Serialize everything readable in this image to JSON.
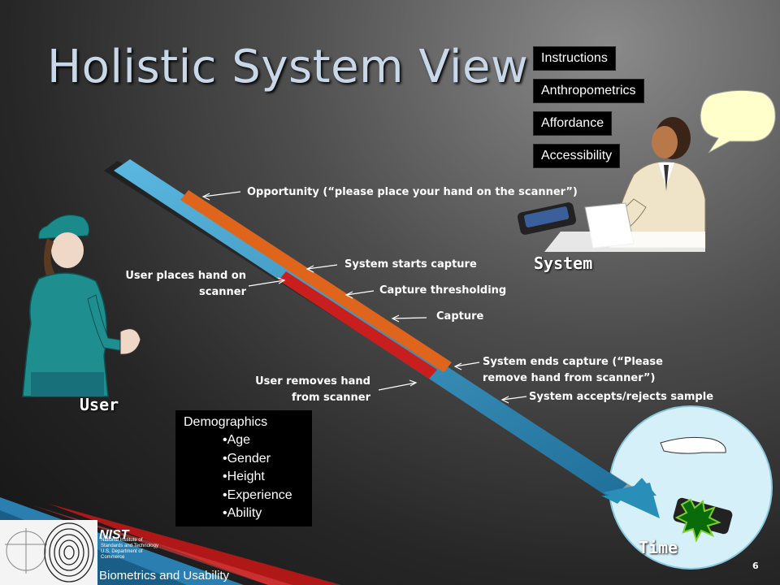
{
  "slide": {
    "title": "Holistic System View",
    "page_number": "6",
    "footer_label": "Biometrics and Usability"
  },
  "system_factors": [
    "Instructions",
    "Anthropometrics",
    "Affordance",
    "Accessibility"
  ],
  "roles": {
    "user": "User",
    "system": "System",
    "time": "Time"
  },
  "timeline_labels": {
    "opportunity": "Opportunity (“please place your hand on the scanner”)",
    "starts_capture": "System starts capture",
    "capture_thresholding": "Capture thresholding",
    "capture": "Capture",
    "ends_capture_1": "System ends capture (“Please",
    "ends_capture_2": "remove hand from scanner”)",
    "accepts_rejects": "System accepts/rejects sample",
    "user_places_1": "User places hand on",
    "user_places_2": "scanner",
    "user_removes_1": "User removes hand",
    "user_removes_2": "from scanner"
  },
  "demographics": {
    "heading": "Demographics",
    "items": [
      "•Age",
      "•Gender",
      "•Height",
      "•Experience",
      "•Ability"
    ]
  },
  "logo": {
    "nist": "NIST",
    "nist_line1": "National Institute of",
    "nist_line2": "Standards and Technology",
    "nist_line3": "U.S. Department of Commerce"
  },
  "colors": {
    "timeline_blue": "#2a8fb8",
    "opportunity_orange": "#e0651c",
    "capture_red": "#c81e1e",
    "accent_red": "#b01818"
  }
}
